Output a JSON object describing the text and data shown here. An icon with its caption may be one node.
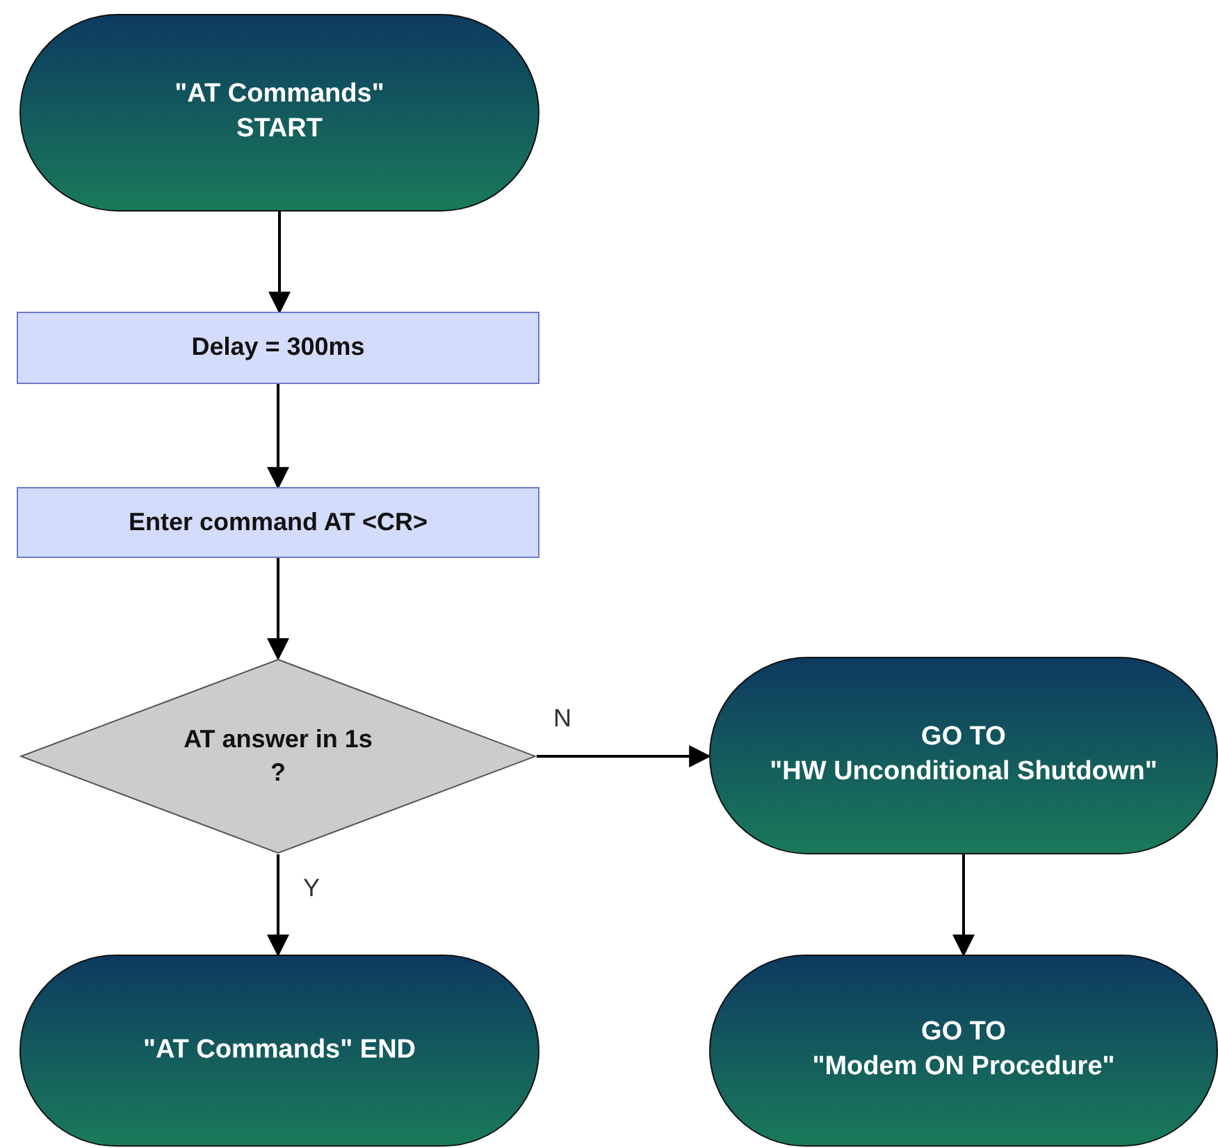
{
  "diagram": {
    "nodes": [
      {
        "text": [
          "\"AT Commands\" START"
        ]
      },
      {
        "text": [
          "Delay = 300ms"
        ]
      },
      {
        "text": [
          "Enter command AT  <CR>"
        ]
      },
      {
        "text": [
          "AT answer in 1s ?"
        ]
      },
      {
        "text": [
          "\"AT Commands\" END"
        ]
      },
      {
        "text": [
          "GO TO",
          "\"HW Unconditional Shutdown\""
        ]
      },
      {
        "text": [
          "GO TO",
          "\"Modem ON Procedure\""
        ]
      }
    ],
    "edges": [
      {
        "from": 0,
        "to": 1,
        "arrow": "to"
      },
      {
        "from": 1,
        "to": 2,
        "arrow": "to"
      },
      {
        "from": 2,
        "to": 3,
        "arrow": "to"
      },
      {
        "from": 3,
        "to": 4,
        "arrow": "to",
        "label": "Y"
      },
      {
        "from": 3,
        "to": 5,
        "arrow": "to",
        "label": "N"
      },
      {
        "from": 5,
        "to": 6,
        "arrow": "to"
      }
    ]
  }
}
